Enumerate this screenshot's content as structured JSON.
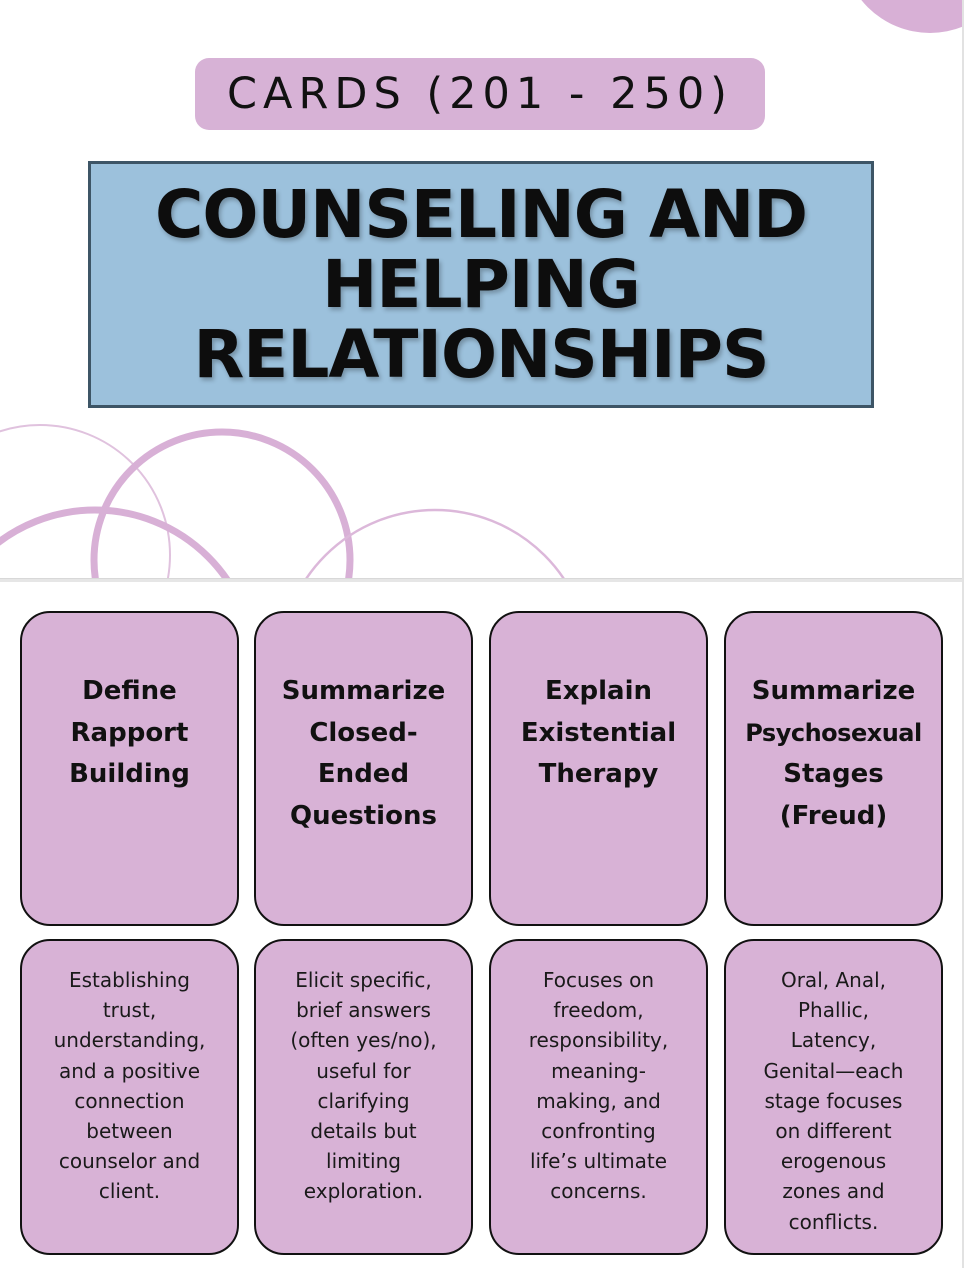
{
  "header": {
    "cards_range": "CARDS (201 - 250)",
    "title_lines": [
      "COUNSELING AND",
      "HELPING",
      "RELATIONSHIPS"
    ]
  },
  "colors": {
    "accent_purple": "#d7b2d6",
    "title_blue": "#9cc1dc",
    "title_border": "#3d5566",
    "deco_circle": "#d8b0d6"
  },
  "cards": [
    {
      "front_lines": [
        "Define",
        "Rapport",
        "Building"
      ],
      "back_lines": [
        "Establishing",
        "trust,",
        "understanding,",
        "and a positive",
        "connection",
        "between",
        "counselor and",
        "client."
      ]
    },
    {
      "front_lines": [
        "Summarize",
        "Closed-",
        "Ended",
        "Questions"
      ],
      "back_lines": [
        "Elicit specific,",
        "brief answers",
        "(often yes/no),",
        "useful for",
        "clarifying",
        "details but",
        "limiting",
        "exploration."
      ]
    },
    {
      "front_lines": [
        "Explain",
        "Existential",
        "Therapy"
      ],
      "back_lines": [
        "Focuses on",
        "freedom,",
        "responsibility,",
        "meaning-",
        "making, and",
        "confronting",
        "life’s ultimate",
        "concerns."
      ]
    },
    {
      "front_lines": [
        "Summarize",
        "Psychosexual",
        "Stages",
        "(Freud)"
      ],
      "back_lines": [
        "Oral, Anal,",
        "Phallic,",
        "Latency,",
        "Genital—each",
        "stage focuses",
        "on different",
        "erogenous",
        "zones and",
        "conflicts."
      ]
    }
  ]
}
